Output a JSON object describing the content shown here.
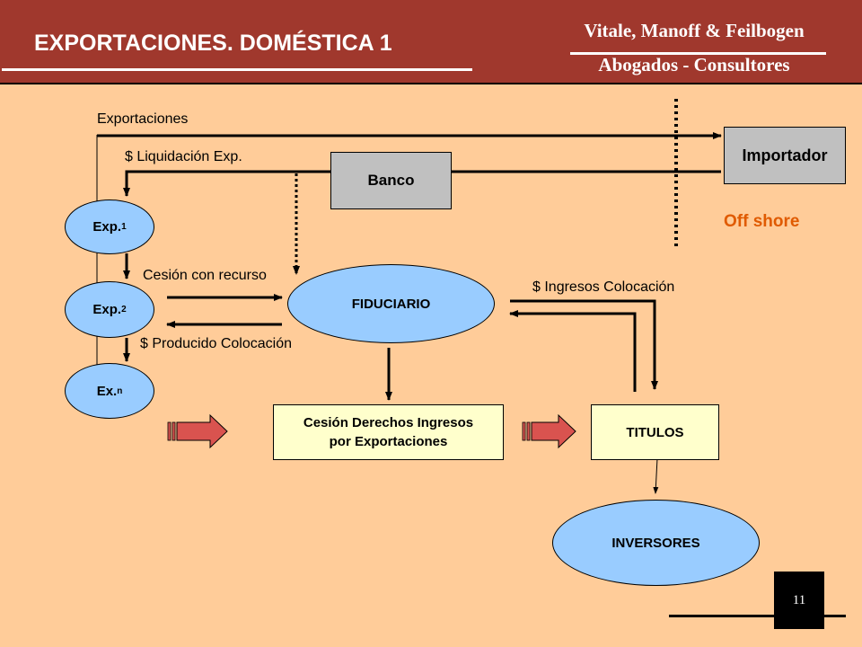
{
  "header": {
    "title": "EXPORTACIONES. DOMÉSTICA 1",
    "firm_name": "Vitale, Manoff & Feilbogen",
    "firm_tagline": "Abogados - Consultores"
  },
  "diagram": {
    "labels": {
      "exportaciones": "Exportaciones",
      "liquidacion": "$ Liquidación Exp.",
      "cesion_recurso": "Cesión con recurso",
      "producido": "$ Producido Colocación",
      "ingresos": "$ Ingresos Colocación",
      "offshore": "Off shore"
    },
    "nodes": {
      "importador": "Importador",
      "banco": "Banco",
      "fiduciario": "FIDUCIARIO",
      "exp1": {
        "base": "Exp.",
        "sub": "1"
      },
      "exp2": {
        "base": "Exp.",
        "sub": "2"
      },
      "expn": {
        "base": "Ex.",
        "sub": "n"
      },
      "cesion_line1": "Cesión Derechos Ingresos",
      "cesion_line2": "por Exportaciones",
      "titulos": "TITULOS",
      "inversores": "INVERSORES"
    },
    "colors": {
      "background": "#FFCC99",
      "header": "#A0382D",
      "ellipse_fill": "#99CCFF",
      "box_gray": "#C0C0C0",
      "box_cream": "#FFFFCC",
      "offshore_text": "#E05A00",
      "block_arrow": "#D9534F"
    }
  },
  "footer": {
    "page_number": "11"
  }
}
